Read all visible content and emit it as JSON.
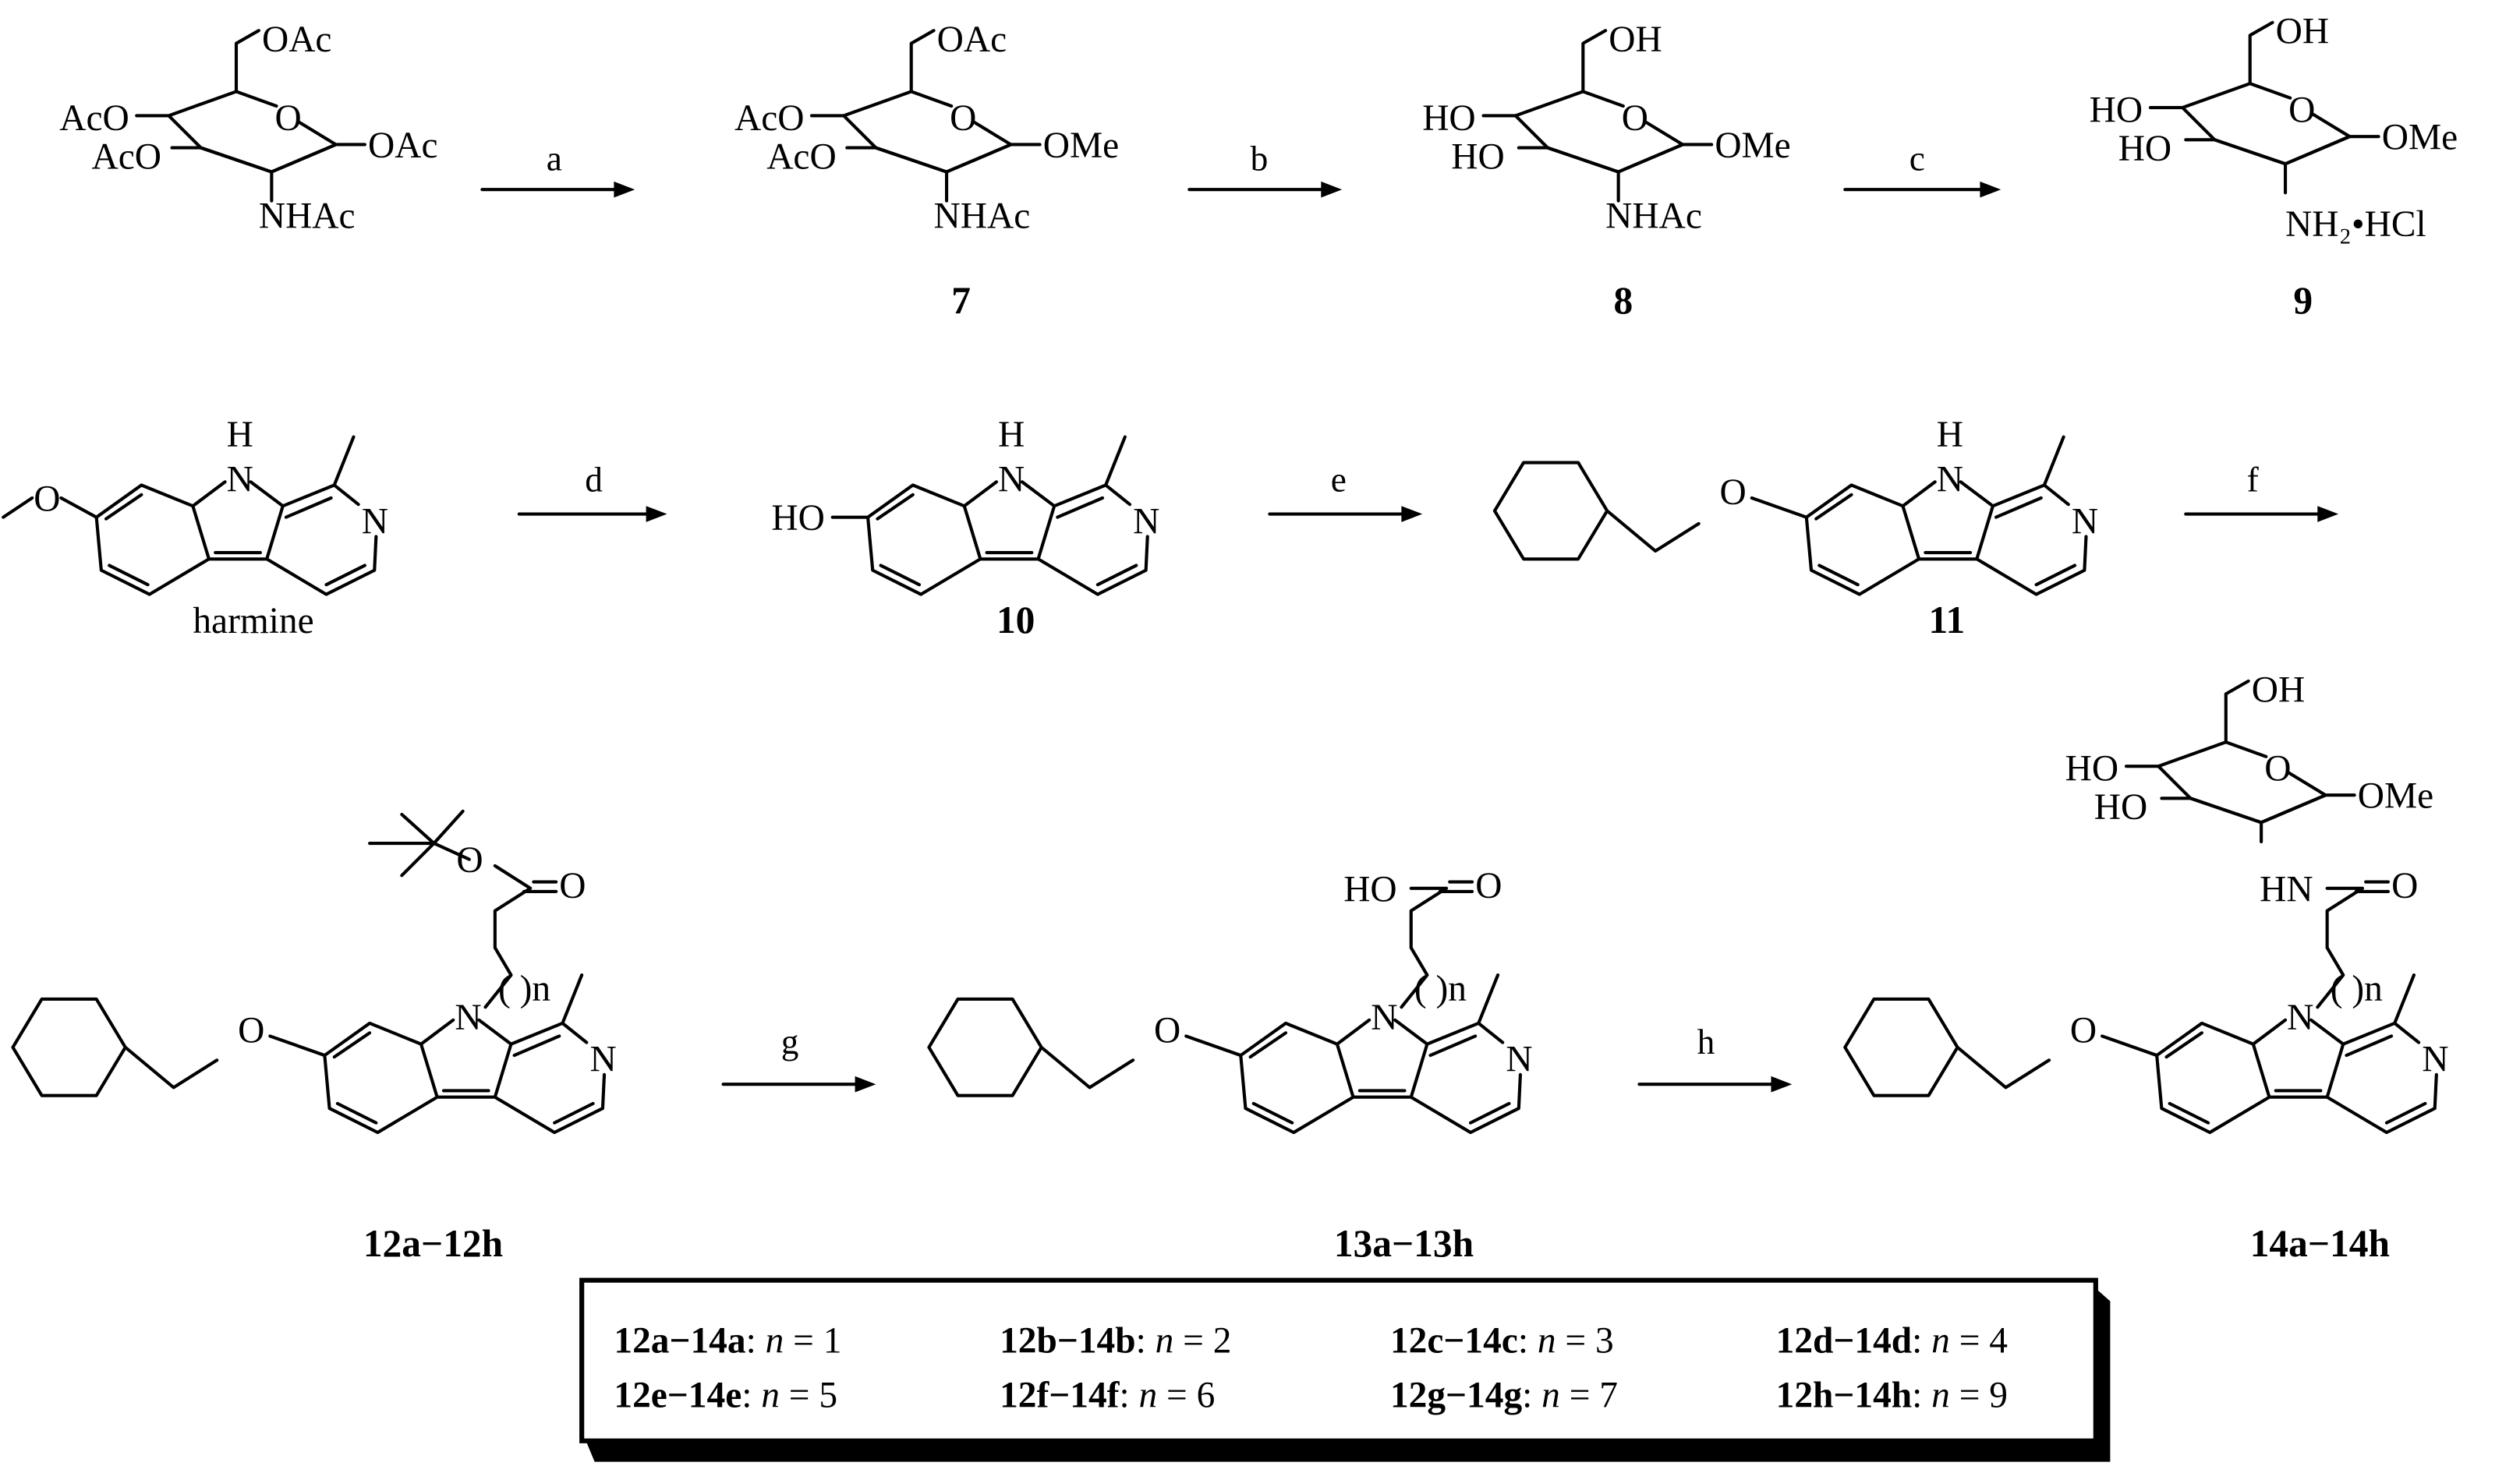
{
  "conditions": {
    "a": "a",
    "b": "b",
    "c": "c",
    "d": "d",
    "e": "e",
    "f": "f",
    "g": "g",
    "h": "h"
  },
  "compounds": {
    "c6": {
      "c6": "OAc",
      "c4": "AcO",
      "c3": "AcO",
      "c1": "OAc",
      "c2": "NHAc",
      "ring_o": "O"
    },
    "c7": {
      "c6": "OAc",
      "c4": "AcO",
      "c3": "AcO",
      "c1": "OMe",
      "c2": "NHAc",
      "ring_o": "O",
      "label": "7"
    },
    "c8": {
      "c6": "OH",
      "c4": "HO",
      "c3": "HO",
      "c1": "OMe",
      "c2": "NHAc",
      "ring_o": "O",
      "label": "8"
    },
    "c9": {
      "c6": "OH",
      "c4": "HO",
      "c3": "HO",
      "c1": "OMe",
      "c2": "NH₂•HCl",
      "ring_o": "O",
      "label": "9"
    },
    "harmine": {
      "nh_n": "N",
      "nh_h": "H",
      "py_n": "N",
      "o": "O",
      "label": "harmine"
    },
    "c10": {
      "nh_n": "N",
      "nh_h": "H",
      "py_n": "N",
      "oh": "HO",
      "label": "10"
    },
    "c11": {
      "nh_n": "N",
      "nh_h": "H",
      "py_n": "N",
      "o": "O",
      "label": "11"
    },
    "c12": {
      "n": "N",
      "py_n": "N",
      "o": "O",
      "ester_o": "O",
      "carbonyl_o": "O",
      "chain": "(   )n",
      "label": "12a−12h"
    },
    "c13": {
      "n": "N",
      "py_n": "N",
      "o": "O",
      "acid": "HO",
      "carbonyl_o": "O",
      "chain": "(   )n",
      "label": "13a−13h"
    },
    "c14": {
      "n": "N",
      "py_n": "N",
      "o": "O",
      "amide": "HN",
      "carbonyl_o": "O",
      "chain": "(   )n",
      "c6": "OH",
      "c4": "HO",
      "c3": "HO",
      "c1": "OMe",
      "ring_o": "O",
      "label": "14a−14h"
    }
  },
  "legend": [
    {
      "compound": "12a−14a",
      "n": "1"
    },
    {
      "compound": "12b−14b",
      "n": "2"
    },
    {
      "compound": "12c−14c",
      "n": "3"
    },
    {
      "compound": "12d−14d",
      "n": "4"
    },
    {
      "compound": "12e−14e",
      "n": "5"
    },
    {
      "compound": "12f−14f",
      "n": "6"
    },
    {
      "compound": "12g−14g",
      "n": "7"
    },
    {
      "compound": "12h−14h",
      "n": "9"
    }
  ],
  "legend_var": "n",
  "legend_eq": " = "
}
